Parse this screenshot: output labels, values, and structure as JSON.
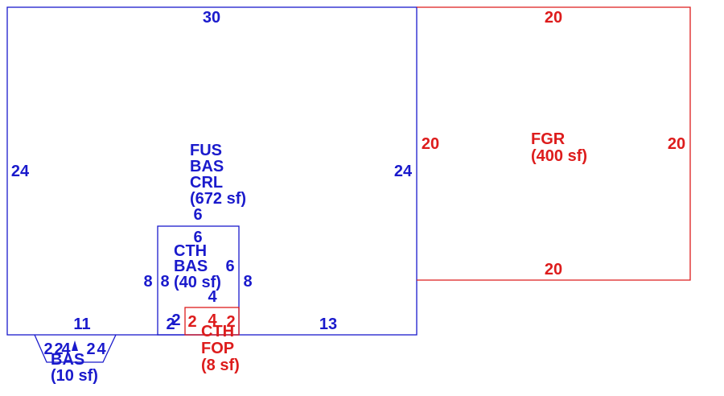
{
  "main_area": {
    "top": "30",
    "left": "24",
    "right": "24",
    "bottom_left": "11",
    "bottom_right": "13",
    "label_1": "FUS",
    "label_2": "BAS",
    "label_3": "CRL",
    "area": "(672 sf)"
  },
  "garage": {
    "top": "20",
    "left": "20",
    "right": "20",
    "bottom": "20",
    "label": "FGR",
    "area": "(400 sf)"
  },
  "inner_bay": {
    "top_outer": "6",
    "top_inner": "6",
    "left_outer": "8",
    "left_inner": "8",
    "right_inner": "6",
    "right_outer": "8",
    "bottom_inner": "4",
    "bottom_left": "2",
    "bottom_left_2": "2",
    "label_1": "CTH",
    "label_2": "BAS",
    "area": "(40 sf)"
  },
  "porch": {
    "left": "2",
    "top": "4",
    "right": "2",
    "label_1": "CTH",
    "label_2": "FOP",
    "area": "(8 sf)"
  },
  "bay_window": {
    "dim_1": "2",
    "dim_2": "2",
    "dim_3": "4",
    "dim_4": "2",
    "dim_5": "4",
    "label": "BAS",
    "area": "(10 sf)"
  },
  "colors": {
    "living": "#1a1acc",
    "garage": "#dd1c1c"
  }
}
